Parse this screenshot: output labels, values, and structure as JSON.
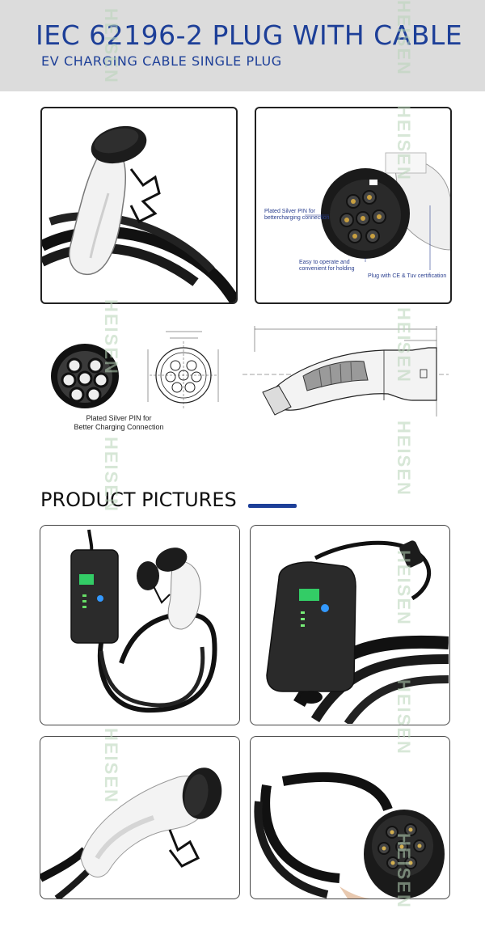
{
  "header": {
    "title": "IEC 62196-2 PLUG WITH CABLE",
    "subtitle": "EV CHARGING CABLE SINGLE PLUG"
  },
  "callouts": {
    "silver_pin": "Plated Silver PIN for",
    "silver_pin_2": "bettercharging connection",
    "easy_operate": "Easy to operate and",
    "easy_operate_2": "convenient for holding",
    "certification": "Plug with CE & Tuv certification"
  },
  "pin_caption": {
    "line1": "Plated Silver PIN for",
    "line2": "Better Charging Connection"
  },
  "section": {
    "title": "PRODUCT PICTURES"
  },
  "watermark": {
    "text": "HEISEN"
  },
  "colors": {
    "accent": "#1d3f98",
    "header_bg": "#dcdcdc"
  }
}
